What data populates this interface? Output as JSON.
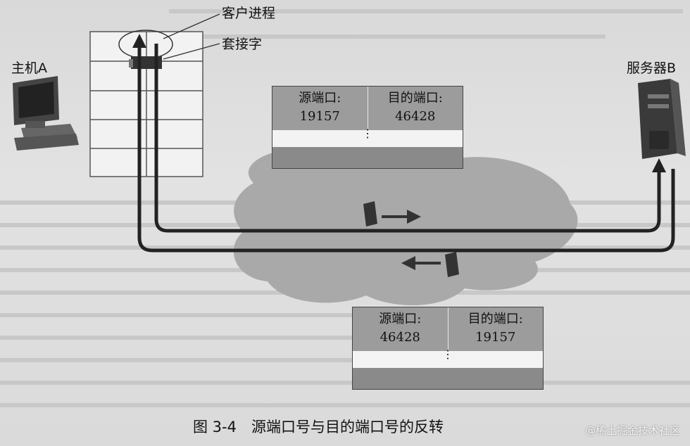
{
  "labels": {
    "host": "主机A",
    "server": "服务器B",
    "client_process": "客户进程",
    "socket": "套接字"
  },
  "segment_top": {
    "src_label": "源端口:",
    "src_port": "19157",
    "dst_label": "目的端口:",
    "dst_port": "46428",
    "dots": "⋮"
  },
  "segment_bottom": {
    "src_label": "源端口:",
    "src_port": "46428",
    "dst_label": "目的端口:",
    "dst_port": "19157",
    "dots": "⋮"
  },
  "caption": "图 3-4　源端口号与目的端口号的反转",
  "watermark": "@稀土掘金技术社区",
  "icons": [
    "computer-icon",
    "server-icon",
    "network-cloud-icon"
  ]
}
